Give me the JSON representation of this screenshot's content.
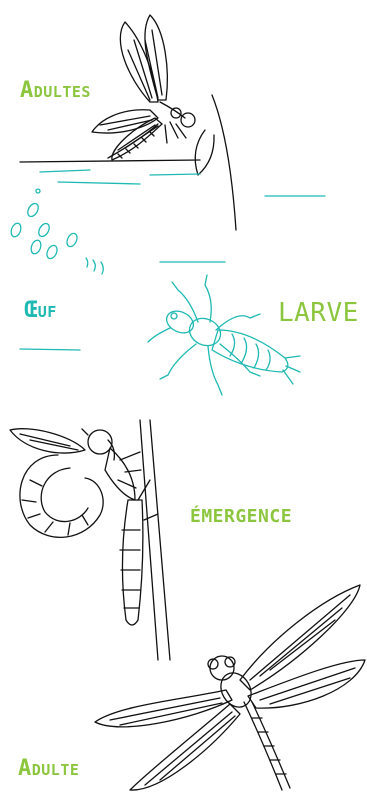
{
  "labels": {
    "adultes": "Adultes",
    "oeuf": "Œuf",
    "larve": "LARVE",
    "emergence": "ÉMERGENCE",
    "adulte": "Adulte"
  },
  "colors": {
    "green": "#8cc63f",
    "teal": "#1eb9b3",
    "ink": "#111111"
  },
  "icons": {
    "stage1": "mating-dragonflies-icon",
    "stage2": "eggs-icon",
    "stage3": "larva-icon",
    "stage4": "emerging-dragonfly-icon",
    "stage5": "adult-dragonfly-icon"
  }
}
